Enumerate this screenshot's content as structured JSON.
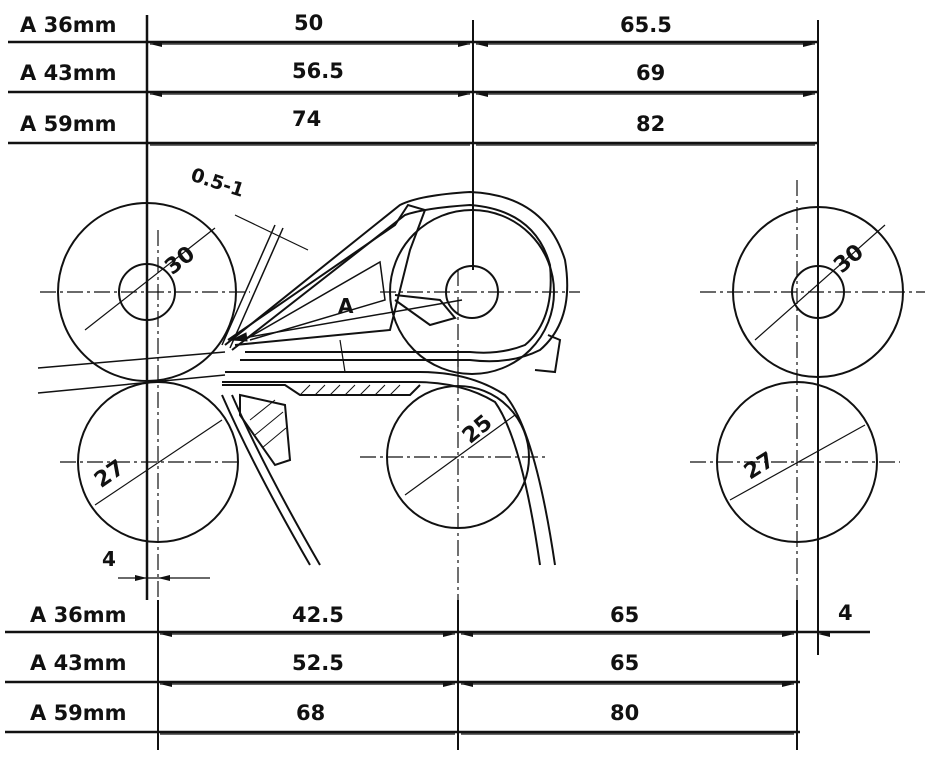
{
  "top_table": [
    {
      "label": "A  36mm",
      "v1": "50",
      "v2": "65.5"
    },
    {
      "label": "A  43mm",
      "v1": "56.5",
      "v2": "69"
    },
    {
      "label": "A  59mm",
      "v1": "74",
      "v2": "82"
    }
  ],
  "bottom_table": [
    {
      "label": "A  36mm",
      "v1": "42.5",
      "v2": "65",
      "v3": "4"
    },
    {
      "label": "A  43mm",
      "v1": "52.5",
      "v2": "65"
    },
    {
      "label": "A  59mm",
      "v1": "68",
      "v2": "80"
    }
  ],
  "dims": {
    "gap": "0.5-1",
    "top_roller_dia": "30",
    "bottom_roller_dia": "27",
    "right_top_roller_dia": "30",
    "right_bottom_roller_dia": "27",
    "middle_roller_dia": "25",
    "offset": "4",
    "apron_label": "A"
  }
}
